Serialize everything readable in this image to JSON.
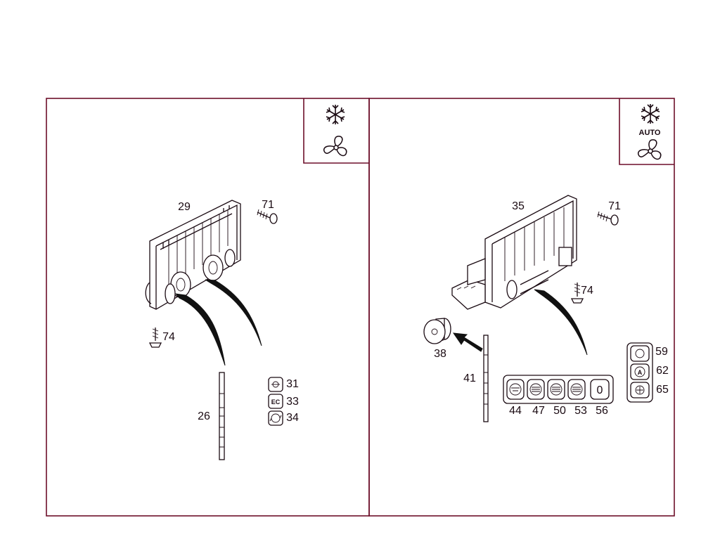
{
  "left_panel": {
    "callouts": {
      "c29": "29",
      "c71": "71",
      "c74": "74",
      "c26": "26",
      "c31": "31",
      "c33": "33",
      "c34": "34"
    },
    "button_text": {
      "b33": "EC"
    },
    "symbols": [
      "snowflake-icon",
      "fan-icon"
    ]
  },
  "right_panel": {
    "callouts": {
      "c35": "35",
      "c71": "71",
      "c74": "74",
      "c38": "38",
      "c41": "41",
      "c44": "44",
      "c47": "47",
      "c50": "50",
      "c53": "53",
      "c56": "56",
      "c59": "59",
      "c62": "62",
      "c65": "65"
    },
    "button_text": {
      "b56": "0",
      "b62": "A"
    },
    "symbol_label": "AUTO",
    "symbols": [
      "snowflake-icon",
      "fan-icon"
    ]
  },
  "colors": {
    "frame": "#6d0f2a",
    "ink": "#1a0a12"
  }
}
